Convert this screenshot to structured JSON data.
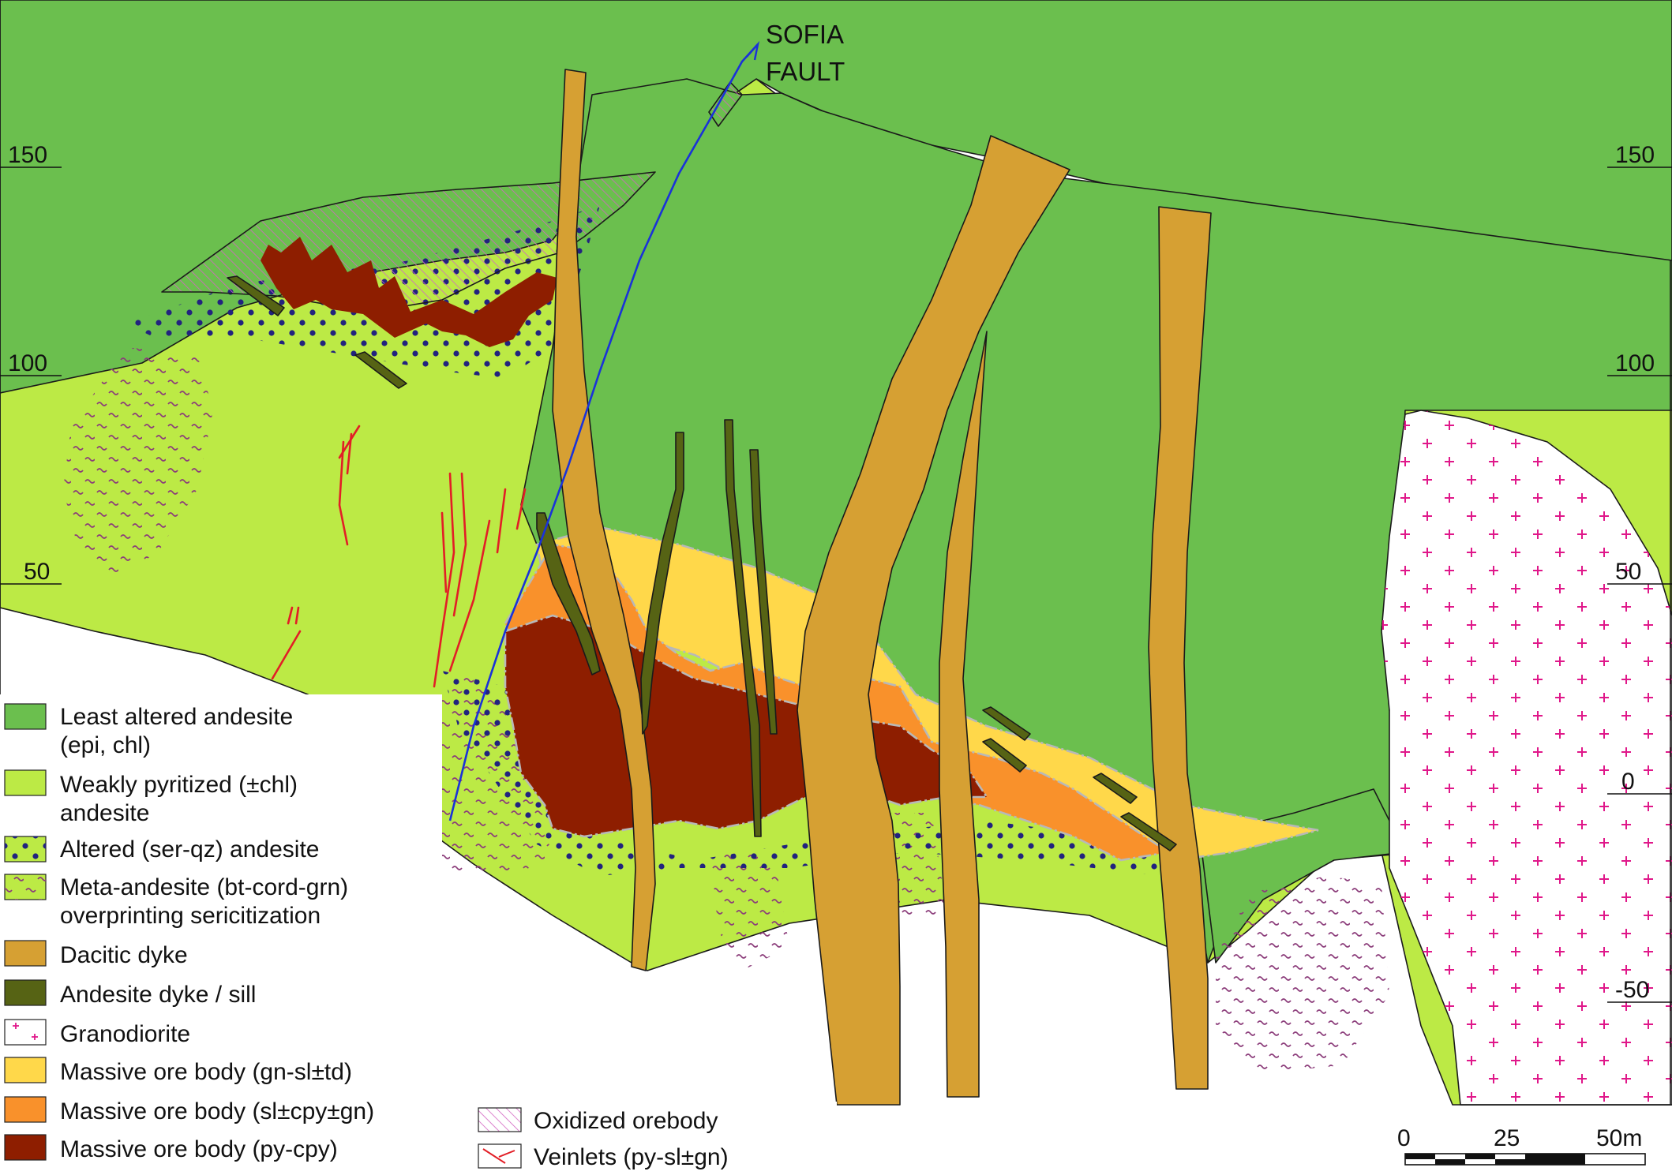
{
  "fault_label": [
    "SOFIA",
    "FAULT"
  ],
  "elevation_ticks": [
    "150",
    "100",
    "50",
    "0",
    "-50"
  ],
  "colors": {
    "least_altered": "#6BBF4E",
    "weakly_pyritized": "#BCEA45",
    "dacitic_dyke": "#D6A033",
    "andesite_dyke": "#566314",
    "massive_yellow": "#FFD84A",
    "massive_orange": "#F9912B",
    "massive_red": "#8E1E00",
    "altered_dots": "#22237E",
    "meta_waves": "#8B3C7A",
    "granodiorite_cross": "#E0188A",
    "oxidized_hatch": "#D465C2",
    "veinlet": "#E21E26",
    "fault_line": "#1A32D8"
  },
  "legend_left": [
    {
      "line1": "Least altered andesite",
      "line2": "(epi, chl)"
    },
    {
      "line1": "Weakly pyritized (±chl)",
      "line2": "andesite"
    },
    {
      "line1": "Altered (ser-qz) andesite",
      "line2": ""
    },
    {
      "line1": "Meta-andesite (bt-cord-grn)",
      "line2": "overprinting sericitization"
    },
    {
      "line1": "Dacitic dyke",
      "line2": ""
    },
    {
      "line1": "Andesite dyke / sill",
      "line2": ""
    },
    {
      "line1": "Granodiorite",
      "line2": ""
    },
    {
      "line1": "Massive ore body (gn-sl±td)",
      "line2": ""
    },
    {
      "line1": "Massive ore body (sl±cpy±gn)",
      "line2": ""
    },
    {
      "line1": "Massive ore body (py-cpy)",
      "line2": ""
    }
  ],
  "legend_right": [
    {
      "label": "Oxidized orebody"
    },
    {
      "label": "Veinlets (py-sl±gn)"
    }
  ],
  "scale_bar": {
    "labels": [
      "0",
      "25",
      "50m"
    ]
  }
}
